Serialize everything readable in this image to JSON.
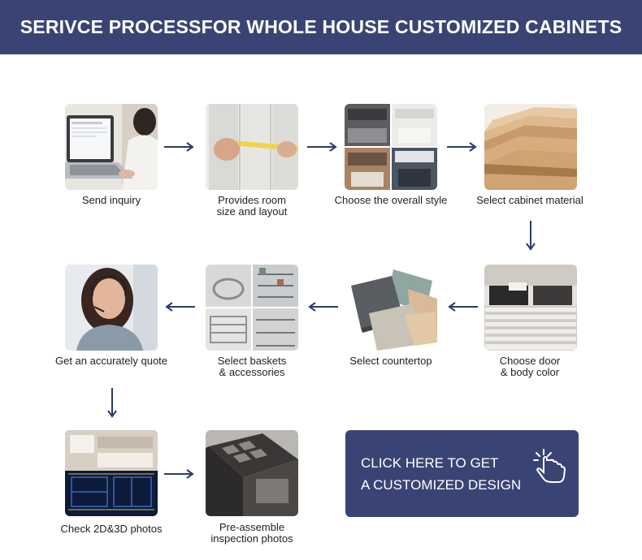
{
  "header": {
    "title": "SERIVCE PROCESSFOR WHOLE HOUSE CUSTOMIZED CABINETS"
  },
  "steps": [
    {
      "lines": [
        "Send inquiry"
      ]
    },
    {
      "lines": [
        "Provides room",
        "size and layout"
      ]
    },
    {
      "lines": [
        "Choose the overall style"
      ]
    },
    {
      "lines": [
        "Select cabinet material"
      ]
    },
    {
      "lines": [
        "Choose door",
        "& body color"
      ]
    },
    {
      "lines": [
        "Select countertop"
      ]
    },
    {
      "lines": [
        "Select baskets",
        "& accessories"
      ]
    },
    {
      "lines": [
        "Get an accurately quote"
      ]
    },
    {
      "lines": [
        "Check 2D&3D photos"
      ]
    },
    {
      "lines": [
        "Pre-assemble",
        "inspection photos"
      ]
    }
  ],
  "cta": {
    "lines": [
      "CLICK HERE TO GET",
      "A CUSTOMIZED DESIGN"
    ],
    "icon": "tap-hand-icon"
  },
  "colors": {
    "banner": "#3a4474",
    "arrow": "#2d3a66",
    "text": "#222222"
  }
}
